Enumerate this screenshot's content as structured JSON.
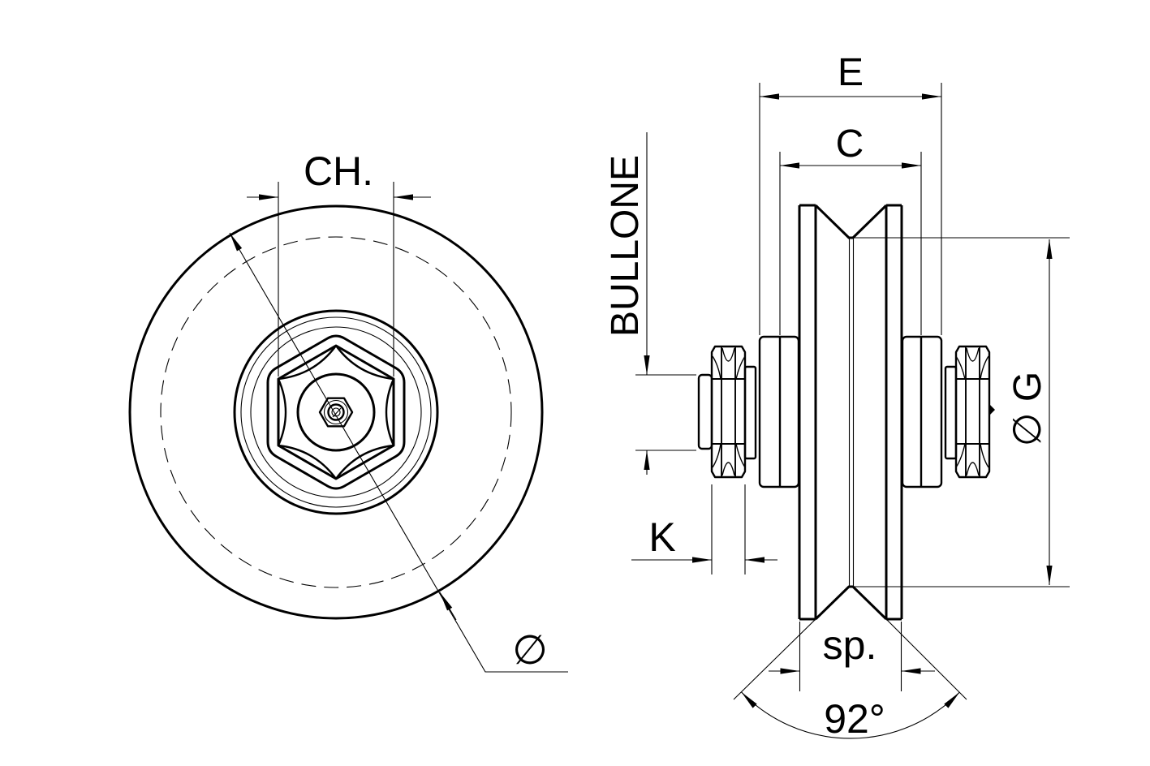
{
  "drawing": {
    "colors": {
      "ink": "#000000",
      "background": "#ffffff"
    },
    "front_view": {
      "labels": {
        "ch": "CH.",
        "diameter": "∅"
      }
    },
    "side_view": {
      "labels": {
        "e": "E",
        "c": "C",
        "bullone": "BULLONE",
        "k": "K",
        "phi_g": "∅ G",
        "sp": "sp.",
        "groove_angle": "92°"
      }
    }
  }
}
